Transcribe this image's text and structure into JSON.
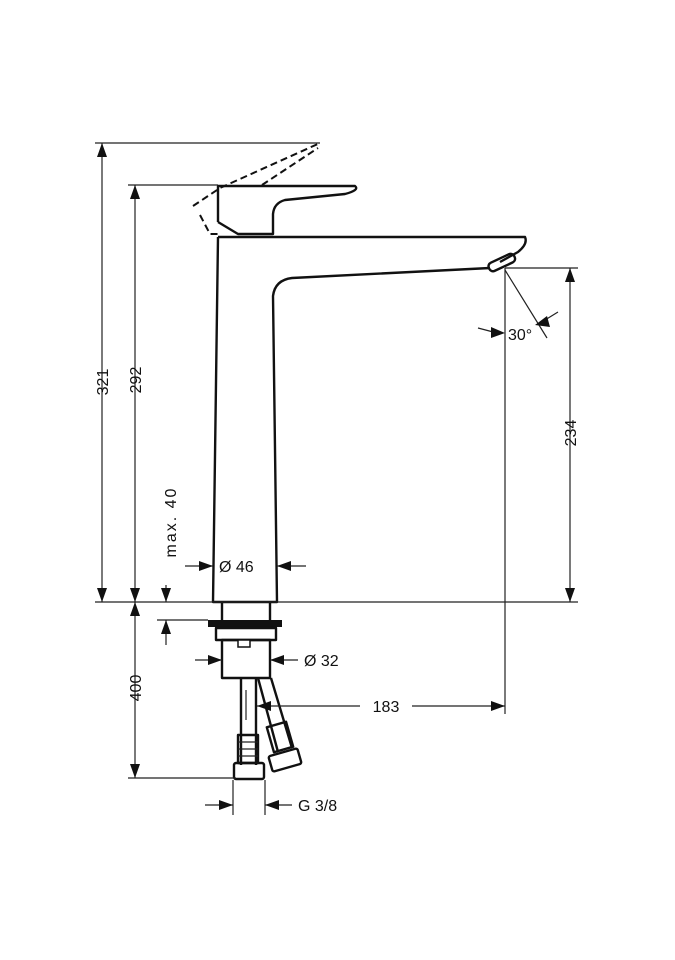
{
  "dimensions": {
    "total_height": "321",
    "lever_height": "292",
    "spout_height": "234",
    "max_thickness": "max. 40",
    "body_diameter": "Ø 46",
    "shank_diameter": "Ø 32",
    "hose_length": "400",
    "projection": "183",
    "connection": "G 3/8",
    "spray_angle": "30°"
  },
  "colors": {
    "line": "#111111",
    "background": "#ffffff"
  }
}
